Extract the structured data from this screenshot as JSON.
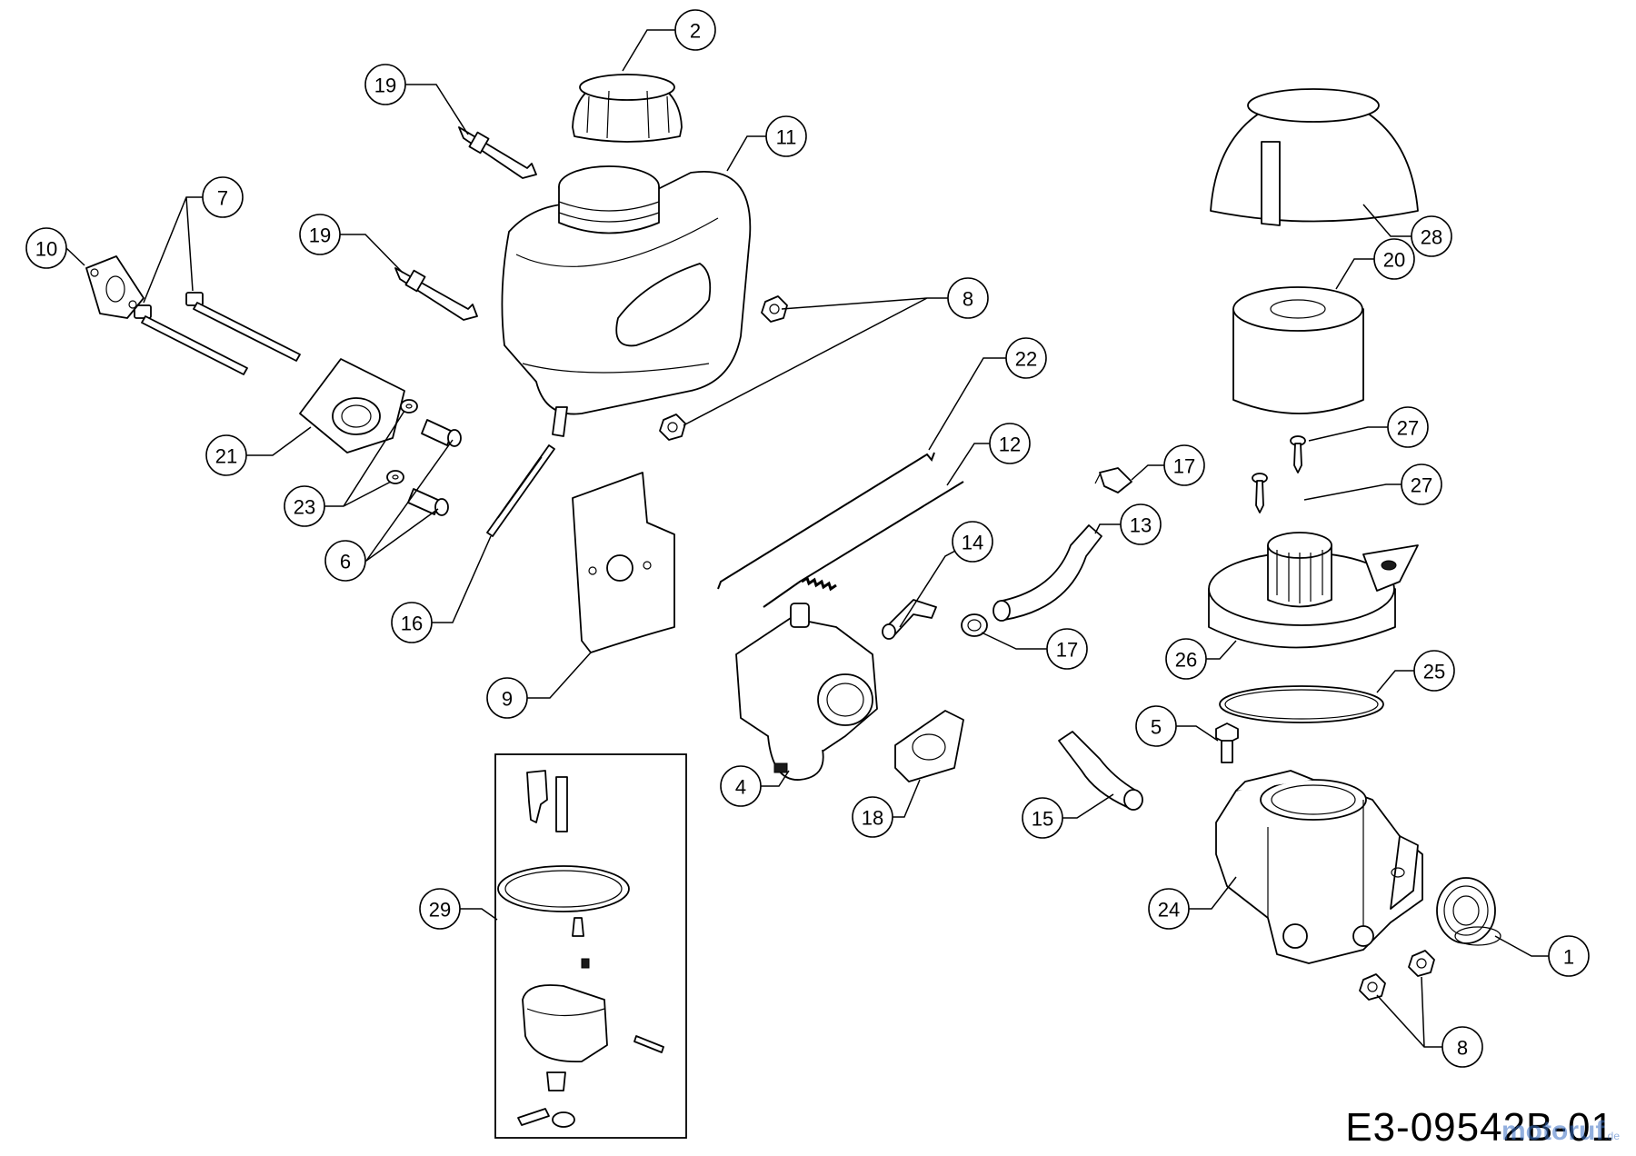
{
  "drawing": {
    "code": "E3-09542B-01",
    "watermark": "motoruf",
    "watermark_suffix": ".de"
  },
  "callouts": [
    {
      "id": "c2",
      "label": "2"
    },
    {
      "id": "c19a",
      "label": "19"
    },
    {
      "id": "c11",
      "label": "11"
    },
    {
      "id": "c7",
      "label": "7"
    },
    {
      "id": "c10",
      "label": "10"
    },
    {
      "id": "c19b",
      "label": "19"
    },
    {
      "id": "c8a",
      "label": "8"
    },
    {
      "id": "c22",
      "label": "22"
    },
    {
      "id": "c12",
      "label": "12"
    },
    {
      "id": "c21",
      "label": "21"
    },
    {
      "id": "c23",
      "label": "23"
    },
    {
      "id": "c6",
      "label": "6"
    },
    {
      "id": "c16",
      "label": "16"
    },
    {
      "id": "c9",
      "label": "9"
    },
    {
      "id": "c14",
      "label": "14"
    },
    {
      "id": "c17a",
      "label": "17"
    },
    {
      "id": "c13",
      "label": "13"
    },
    {
      "id": "c17b",
      "label": "17"
    },
    {
      "id": "c4",
      "label": "4"
    },
    {
      "id": "c18",
      "label": "18"
    },
    {
      "id": "c15",
      "label": "15"
    },
    {
      "id": "c29",
      "label": "29"
    },
    {
      "id": "c28",
      "label": "28"
    },
    {
      "id": "c20",
      "label": "20"
    },
    {
      "id": "c27a",
      "label": "27"
    },
    {
      "id": "c27b",
      "label": "27"
    },
    {
      "id": "c26",
      "label": "26"
    },
    {
      "id": "c25",
      "label": "25"
    },
    {
      "id": "c5",
      "label": "5"
    },
    {
      "id": "c24",
      "label": "24"
    },
    {
      "id": "c1",
      "label": "1"
    },
    {
      "id": "c8b",
      "label": "8"
    }
  ]
}
